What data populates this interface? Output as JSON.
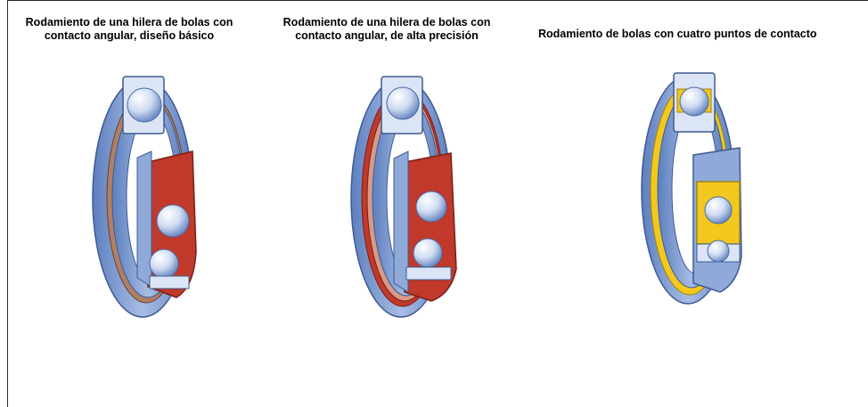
{
  "captions": {
    "bearing1": "Rodamiento de una hilera de bolas con\ncontacto angular, diseño básico",
    "bearing2": "Rodamiento de una hilera de bolas con\ncontacto angular, de alta precisión",
    "bearing3": "Rodamiento de bolas con cuatro puntos de contacto"
  },
  "colors": {
    "ring_blue": "#8fa9d8",
    "ring_blue_dark": "#5d7fbf",
    "ring_light": "#dce5f5",
    "cage_red": "#c0392b",
    "cage_brown": "#8a4a2e",
    "cage_yellow": "#f2c81f",
    "ball": "#e8f0fb"
  },
  "icons": {
    "bearing1": "angular-contact-ball-bearing-basic-icon",
    "bearing2": "angular-contact-ball-bearing-high-precision-icon",
    "bearing3": "four-point-contact-ball-bearing-icon"
  }
}
